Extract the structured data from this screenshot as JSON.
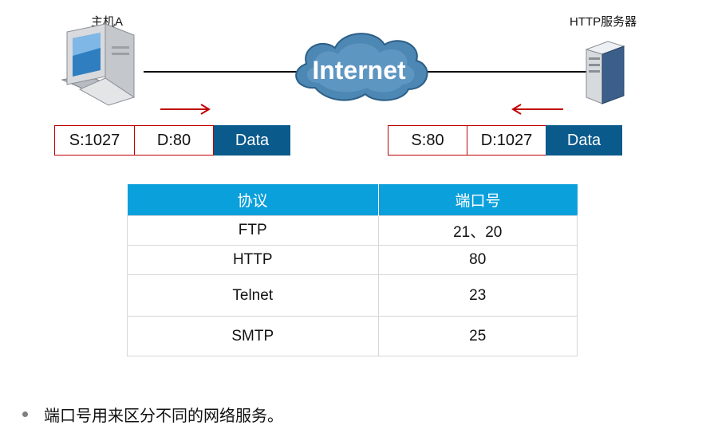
{
  "host": {
    "label": "主机A"
  },
  "server": {
    "label": "HTTP服务器"
  },
  "cloud": {
    "label": "Internet"
  },
  "request_packet": {
    "src": "S:1027",
    "dst": "D:80",
    "data": "Data"
  },
  "response_packet": {
    "src": "S:80",
    "dst": "D:1027",
    "data": "Data"
  },
  "table": {
    "headers": [
      "协议",
      "端口号"
    ],
    "rows": [
      {
        "protocol": "FTP",
        "port": "21、20"
      },
      {
        "protocol": "HTTP",
        "port": "80"
      },
      {
        "protocol": "Telnet",
        "port": "23"
      },
      {
        "protocol": "SMTP",
        "port": "25"
      }
    ]
  },
  "bullet": {
    "text": "端口号用来区分不同的网络服务。"
  },
  "colors": {
    "arrow": "#c00000",
    "header": "#0aa0dc",
    "data_block": "#0a5a8c",
    "cloud": "#4d87b4"
  }
}
